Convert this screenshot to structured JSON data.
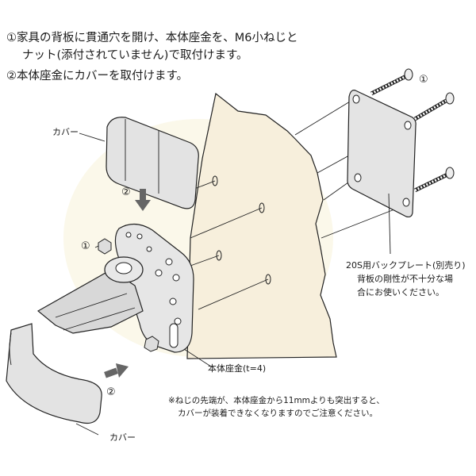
{
  "instructions": {
    "line1": "①家具の背板に貫通穴を開け、本体座金を、M6小ねじと",
    "line2": "ナット(添付されていません)で取付けます。",
    "line3": "②本体座金にカバーを取付けます。"
  },
  "labels": {
    "cover_top": "カバー",
    "cover_bottom": "カバー",
    "step2_top": "②",
    "step1_nut": "①",
    "step2_bottom": "②",
    "step1_screws": "①",
    "backplate_line1": "20S用バックプレート(別売り)",
    "backplate_line2": "背板の剛性が不十分な場",
    "backplate_line3": "合にお使いください。",
    "base_plate": "本体座金(t=4)"
  },
  "note": {
    "line1": "※ねじの先端が、本体座金から11mmよりも突出すると、",
    "line2": "カバーが装着できなくなりますのでご注意ください。"
  },
  "colors": {
    "board": "#f7efdc",
    "cover": "#e3e3e3",
    "metal": "#dedede",
    "line": "#222222",
    "arrow": "#666666"
  }
}
